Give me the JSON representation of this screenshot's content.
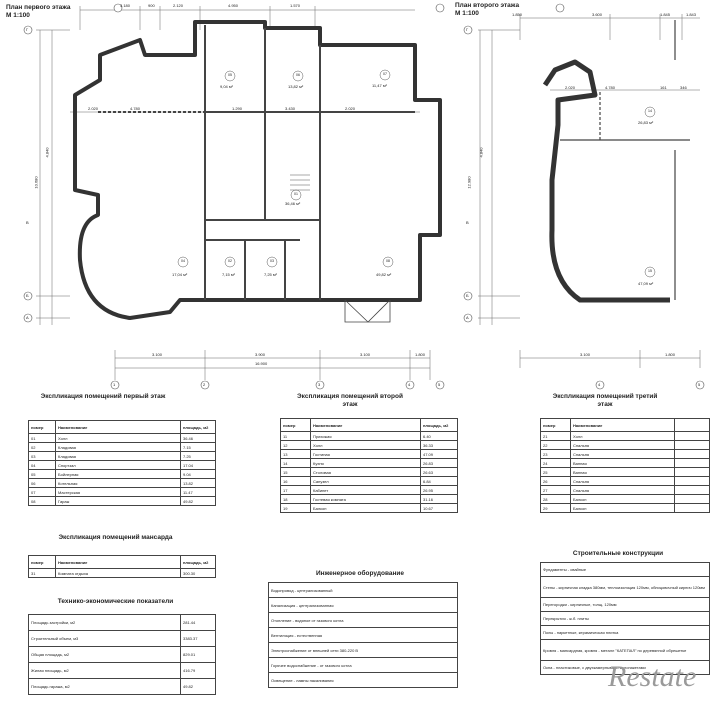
{
  "plan1": {
    "title": "План первого этажа",
    "scale": "М 1:100",
    "dims_top": [
      "3.180",
      "900",
      "2.120",
      "4.950",
      "1.570"
    ],
    "dim_bottom_overall": "16.900",
    "dims_bottom": [
      "3.100",
      "3.900",
      "3.100",
      "1.800"
    ],
    "dims_inner": [
      "2.020",
      "4.780",
      "1.290",
      "3.430",
      "2.020"
    ],
    "dims_left": [
      "4.840",
      "10.680"
    ],
    "axes_bottom": [
      "1",
      "2",
      "3",
      "4",
      "5"
    ],
    "axes_left": [
      "Г",
      "В",
      "Б",
      "А"
    ],
    "rooms": [
      {
        "num": "05",
        "area": "9,04 м²"
      },
      {
        "num": "06",
        "area": "13,82 м²"
      },
      {
        "num": "07",
        "area": "11,47 м²"
      },
      {
        "num": "01",
        "area": "36,46 м²"
      },
      {
        "num": "04",
        "area": "17,04 м²"
      },
      {
        "num": "02",
        "area": "7,15 м²"
      },
      {
        "num": "03",
        "area": "7,25 м²"
      },
      {
        "num": "08",
        "area": "49,82 м²"
      }
    ]
  },
  "plan2": {
    "title": "План второго этажа",
    "scale": "М 1:100",
    "dims_top": [
      "1.850",
      "3.600",
      "1.845",
      "1.843"
    ],
    "dims_inner": [
      "2.020",
      "4.780",
      "161",
      "346"
    ],
    "dims_bottom": [
      "3.100",
      "1.800"
    ],
    "dims_left": [
      "4.840",
      "12.980"
    ],
    "axes_left": [
      "Г",
      "В",
      "Б",
      "А"
    ],
    "axes_bottom": [
      "4",
      "5"
    ],
    "rooms": [
      {
        "num": "14",
        "area": "26,83 м²"
      },
      {
        "num": "15",
        "area": "47,09 м²"
      }
    ]
  },
  "table_floor1": {
    "title": "Экспликация помещений первый этаж",
    "headers": [
      "номер",
      "Наименование",
      "площадь, м2"
    ],
    "rows": [
      [
        "01",
        "Холл",
        "36.46"
      ],
      [
        "02",
        "Кладовая",
        "7.15"
      ],
      [
        "03",
        "Кладовая",
        "7.25"
      ],
      [
        "04",
        "Спортзал",
        "17.04"
      ],
      [
        "05",
        "Бойлерная",
        "9.04"
      ],
      [
        "06",
        "Котельная",
        "13.82"
      ],
      [
        "07",
        "Мастерская",
        "11.47"
      ],
      [
        "08",
        "Гараж",
        "49.82"
      ]
    ]
  },
  "table_floor2": {
    "title": "Экспликация помещений второй этаж",
    "headers": [
      "номер",
      "Наименование",
      "площадь, м2"
    ],
    "rows": [
      [
        "11",
        "Прихожая",
        "6.40"
      ],
      [
        "12",
        "Холл",
        "36.33"
      ],
      [
        "13",
        "Гостиная",
        "47.09"
      ],
      [
        "14",
        "Кухня",
        "26.83"
      ],
      [
        "15",
        "Столовая",
        "26.63"
      ],
      [
        "16",
        "Санузел",
        "6.84"
      ],
      [
        "17",
        "Кабинет",
        "26.95"
      ],
      [
        "18",
        "Гостевая комната",
        "31.16"
      ],
      [
        "19",
        "Балкон",
        "10.67"
      ]
    ]
  },
  "table_floor3": {
    "title": "Экспликация помещений третий этаж",
    "headers": [
      "номер",
      "Наименование",
      ""
    ],
    "rows": [
      [
        "21",
        "Холл",
        ""
      ],
      [
        "22",
        "Спальня",
        ""
      ],
      [
        "23",
        "Спальня",
        ""
      ],
      [
        "24",
        "Ванная",
        ""
      ],
      [
        "25",
        "Ванная",
        ""
      ],
      [
        "26",
        "Спальня",
        ""
      ],
      [
        "27",
        "Спальня",
        ""
      ],
      [
        "28",
        "Балкон",
        ""
      ],
      [
        "29",
        "Балкон",
        ""
      ]
    ]
  },
  "table_attic": {
    "title": "Экспликация помещений мансарда",
    "headers": [
      "номер",
      "Наименование",
      "площадь, м2"
    ],
    "rows": [
      [
        "31",
        "Комната отдыха",
        "300.30"
      ]
    ]
  },
  "table_tech": {
    "title": "Технико-экономические показатели",
    "rows": [
      [
        "Площадь застройки, м2",
        "281.44"
      ],
      [
        "Строительный объем, м3",
        "3383.37"
      ],
      [
        "Общая площадь, м2",
        "829.01"
      ],
      [
        "Жилая площадь, м2",
        "416.79"
      ],
      [
        "Площадь гаража, м2",
        "49.82"
      ]
    ]
  },
  "table_eng": {
    "title": "Инженерное оборудование",
    "rows": [
      [
        "Водопровод - централизованный"
      ],
      [
        "Канализация - централизованная"
      ],
      [
        "Отопление - водяное от газового котла"
      ],
      [
        "Вентиляция - естественная"
      ],
      [
        "Электроснабжение от внешней сети 380-220 В"
      ],
      [
        "Горячее водоснабжение - от газового котла"
      ],
      [
        "Освещение - лампы накаливания"
      ]
    ]
  },
  "table_struct": {
    "title": "Строительные конструкции",
    "rows": [
      [
        "Фундаменты - свайные"
      ],
      [
        "Стены - кирпичная кладка 380мм, теплоизоляция 120мм, облицовочный кирпич 120мм"
      ],
      [
        "Перегородки - кирпичные, толщ. 120мм"
      ],
      [
        "Перекрытия - ж.б. плиты"
      ],
      [
        "Полы - паркетные, керамическая плитка"
      ],
      [
        "Кровля - мансардная, кровля - металл \"КАТЕПАЛ\" по деревянной обрешетке"
      ],
      [
        "Окна - пластиковые, с двухкамерными стеклопакетами"
      ]
    ]
  },
  "watermark": "Restate"
}
